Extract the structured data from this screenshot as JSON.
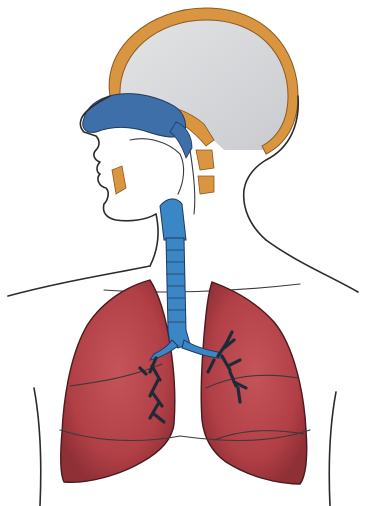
{
  "figure": {
    "labels": []
  },
  "colors": {
    "background": "#ffffff",
    "outline": "#2b2b2b",
    "skull": "#d7d9dc",
    "skull_bone": "#d9953f",
    "nasal_cavity": "#3f6fa8",
    "trachea": "#3b86c4",
    "lung": "#b8444a",
    "lung_dark": "#8f2f36",
    "bronchi": "#1f2a38"
  },
  "icons": [
    "head-outline",
    "nasal-cavity",
    "trachea",
    "left-lung",
    "right-lung",
    "bronchial-tree"
  ]
}
